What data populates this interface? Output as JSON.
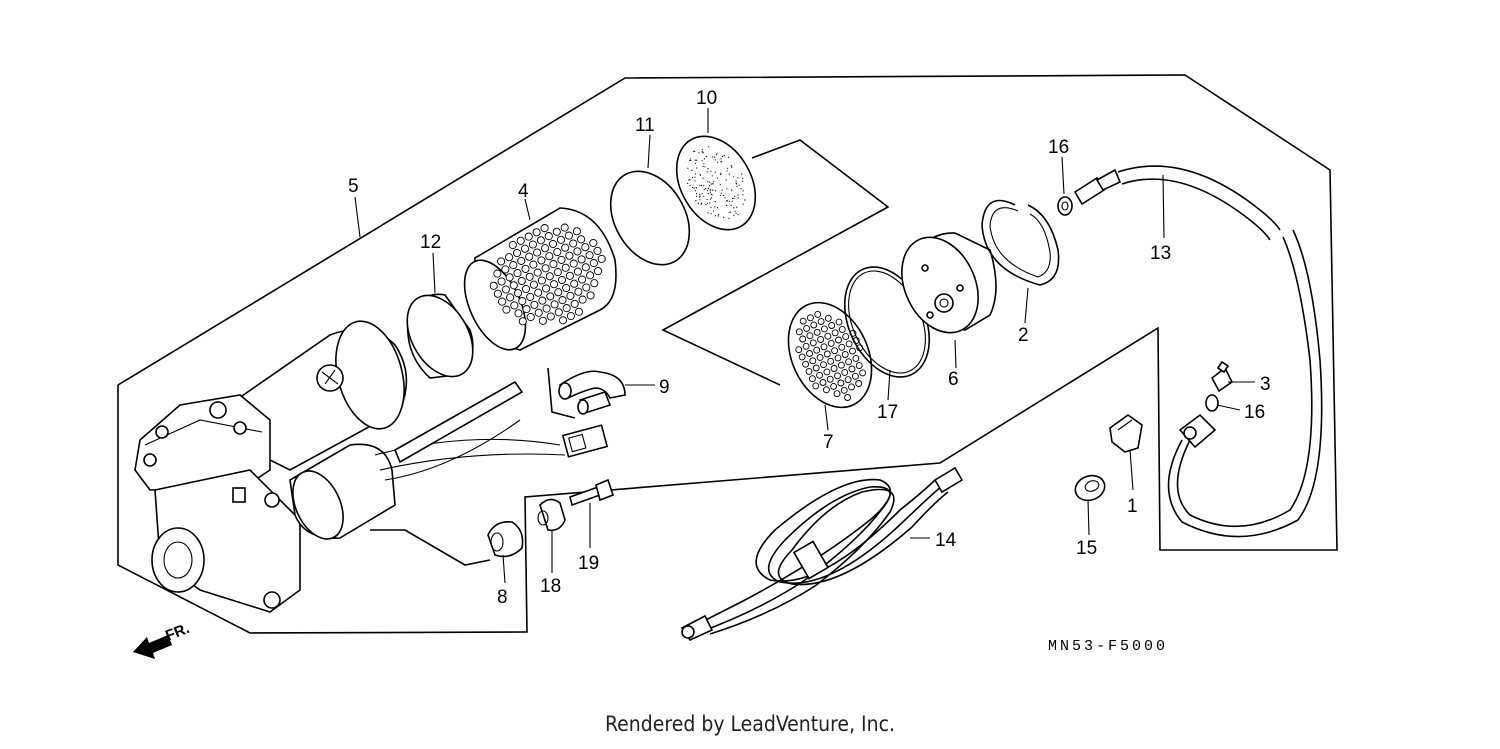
{
  "diagram": {
    "drawing_code": "MN53-F5000",
    "direction_label": "FR.",
    "footer": "Rendered by LeadVenture, Inc.",
    "callouts": [
      {
        "id": "c1",
        "label": "1"
      },
      {
        "id": "c2",
        "label": "2"
      },
      {
        "id": "c3",
        "label": "3"
      },
      {
        "id": "c4",
        "label": "4"
      },
      {
        "id": "c5",
        "label": "5"
      },
      {
        "id": "c6",
        "label": "6"
      },
      {
        "id": "c7",
        "label": "7"
      },
      {
        "id": "c8",
        "label": "8"
      },
      {
        "id": "c9",
        "label": "9"
      },
      {
        "id": "c10",
        "label": "10"
      },
      {
        "id": "c11",
        "label": "11"
      },
      {
        "id": "c12",
        "label": "12"
      },
      {
        "id": "c13",
        "label": "13"
      },
      {
        "id": "c14",
        "label": "14"
      },
      {
        "id": "c15",
        "label": "15"
      },
      {
        "id": "c16a",
        "label": "16"
      },
      {
        "id": "c16b",
        "label": "16"
      },
      {
        "id": "c17",
        "label": "17"
      },
      {
        "id": "c18",
        "label": "18"
      },
      {
        "id": "c19",
        "label": "19"
      }
    ]
  }
}
